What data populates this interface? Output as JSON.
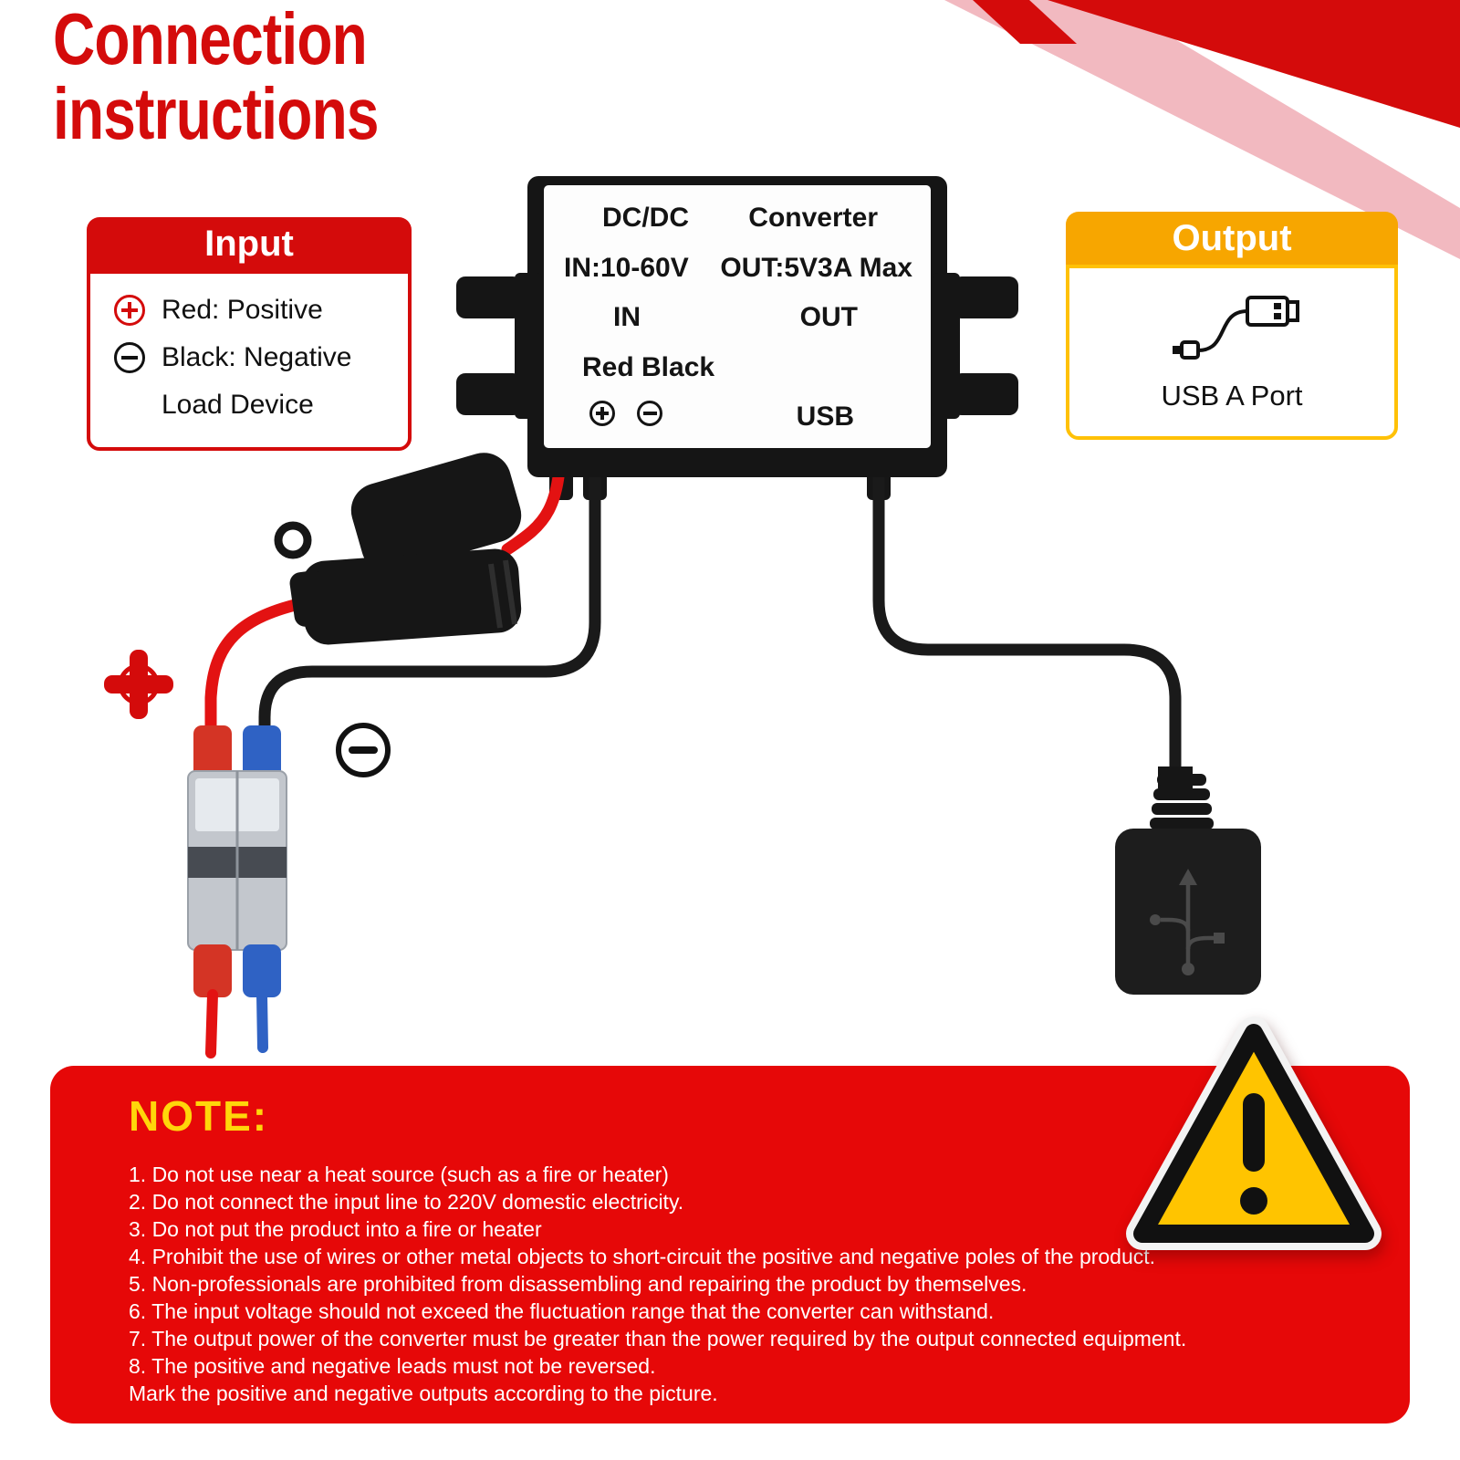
{
  "colors": {
    "accent_red": "#d40b0b",
    "header_yellow": "#f7a600",
    "box_border_yellow": "#ffc107",
    "note_bg": "#e60808",
    "note_heading": "#ffd60a",
    "warning_yellow": "#ffc400",
    "wire_red": "#e31212",
    "wire_black": "#1a1a1a",
    "connector_lever_red": "#d43425",
    "connector_lever_blue": "#2f62c4"
  },
  "title": {
    "line1": "Connection",
    "line2": "instructions"
  },
  "input_panel": {
    "header": "Input",
    "rows": [
      {
        "icon": "plus-circle-icon",
        "text": "Red:  Positive"
      },
      {
        "icon": "minus-circle-icon",
        "text": "Black:  Negative"
      },
      {
        "icon": "",
        "text": "Load Device"
      }
    ]
  },
  "converter": {
    "row1_left": "DC/DC",
    "row1_right": "Converter",
    "row2_left": "IN:10-60V",
    "row2_right": "OUT:5V3A Max",
    "row3_left": "IN",
    "row3_right": "OUT",
    "row4_left": "Red Black",
    "row5_right": "USB"
  },
  "output_panel": {
    "header": "Output",
    "icon": "usb-cable-icon",
    "caption": "USB A Port"
  },
  "markers": {
    "positive_icon": "plus-marker-icon",
    "negative_icon": "minus-marker-icon"
  },
  "warning": {
    "icon": "warning-triangle-icon"
  },
  "note": {
    "heading": "NOTE:",
    "items": [
      "1. Do not use near a heat source (such as a fire or heater)",
      "2. Do not connect the input line to 220V domestic electricity.",
      "3. Do not put the product into a fire or heater",
      "4. Prohibit the use of wires or other metal objects to short-circuit the positive and negative poles of the product.",
      "5. Non-professionals are prohibited from disassembling and repairing the product by themselves.",
      "6. The input voltage should not exceed the fluctuation range that the converter can withstand.",
      "7. The output power of the converter must be greater than the power required by the output connected equipment.",
      "8. The positive and negative leads must not be reversed.",
      "Mark the positive and negative outputs according to the picture."
    ]
  }
}
